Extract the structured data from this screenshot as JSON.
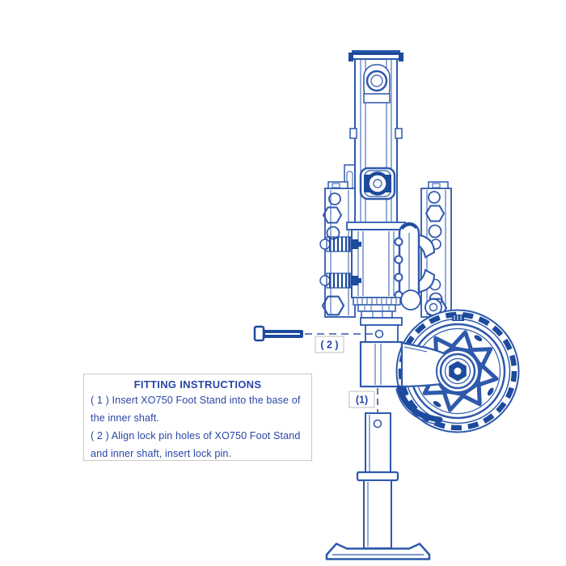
{
  "page": {
    "background": "#ffffff"
  },
  "colors": {
    "line": "#2e59ac",
    "fill": "#1c4a9c",
    "text": "#2946a6",
    "label_border": "#c9c9c9"
  },
  "instructions": {
    "title": "FITTING INSTRUCTIONS",
    "lines": [
      "( 1 ) Insert XO750 Foot Stand into the base of",
      "the inner shaft.",
      "( 2 ) Align lock pin holes of XO750 Foot Stand",
      "and inner shaft, insert lock pin."
    ]
  },
  "callouts": {
    "c1": {
      "label": "(1)"
    },
    "c2": {
      "label": "( 2 )"
    }
  }
}
